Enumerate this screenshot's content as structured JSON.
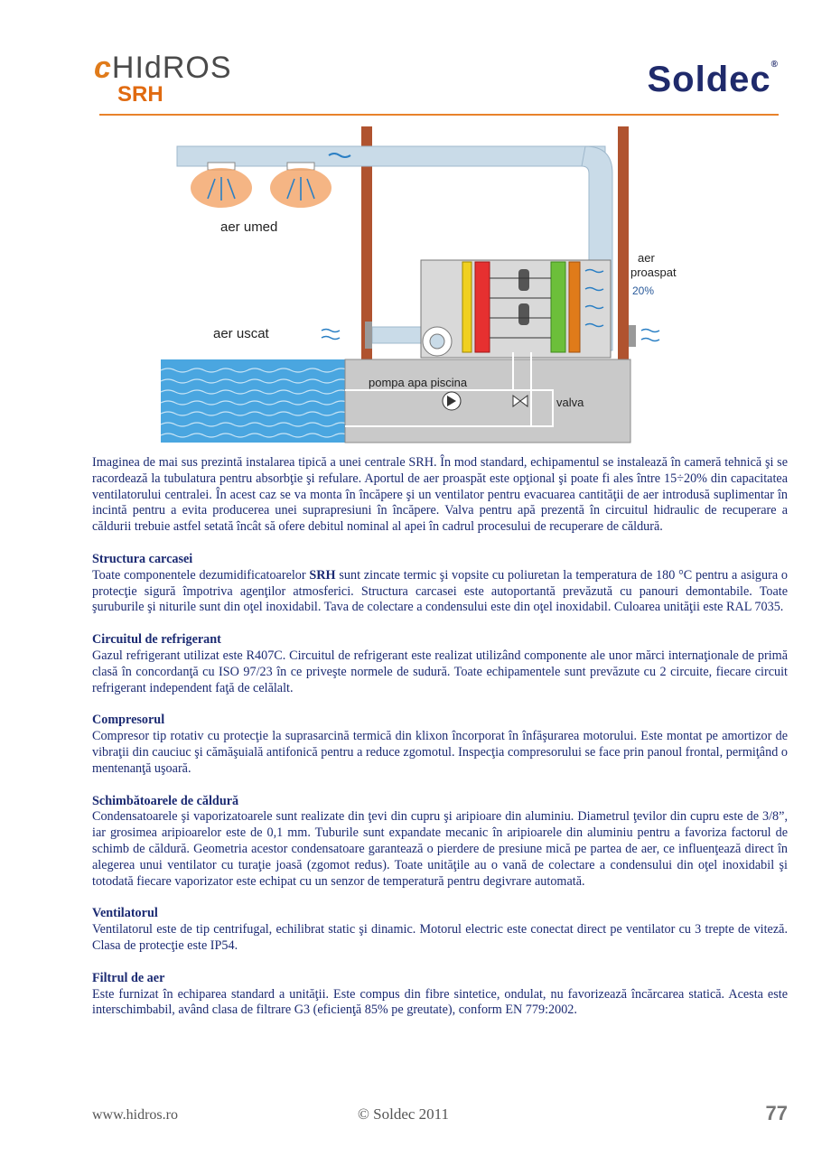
{
  "header": {
    "brand_left": "HIdROS",
    "brand_left_sub": "SRH",
    "brand_right": "Soldec",
    "brand_right_mark": "®"
  },
  "figure": {
    "label_humid_air": "aer umed",
    "label_dry_air": "aer uscat",
    "label_fresh_air_1": "aer",
    "label_fresh_air_2": "proaspat",
    "label_fresh_pct": "20%",
    "label_pump": "pompa apa piscina",
    "label_valve": "valva"
  },
  "intro": "Imaginea de mai sus prezintă instalarea tipică a unei centrale SRH. În mod standard, echipamentul se instalează în cameră tehnică şi se racordează la tubulatura pentru absorbţie şi refulare. Aportul de aer proaspăt este opţional şi poate fi ales între 15÷20% din capacitatea ventilatorului centralei. În acest caz se va monta în încăpere şi un ventilator pentru evacuarea cantităţii de aer introdusă suplimentar în incintă pentru a evita producerea unei suprapresiuni în încăpere. Valva pentru apă prezentă în circuitul hidraulic de recuperare a căldurii trebuie astfel setată încât să ofere debitul nominal al apei în cadrul procesului de recuperare de căldură.",
  "sections": [
    {
      "title": "Structura carcasei",
      "text_a": "Toate componentele dezumidificatoarelor ",
      "text_bold": "SRH",
      "text_b": " sunt zincate termic şi vopsite cu poliuretan la temperatura de 180 °C pentru a asigura o protecţie sigură împotriva agenţilor atmosferici. Structura carcasei este autoportantă prevăzută cu panouri demontabile. Toate şuruburile şi niturile sunt din oţel inoxidabil. Tava de colectare a condensului este din oţel inoxidabil. Culoarea unităţii este RAL 7035."
    },
    {
      "title": "Circuitul de refrigerant",
      "text": "Gazul refrigerant utilizat este R407C. Circuitul de refrigerant este realizat utilizând componente ale unor mărci internaţionale de primă clasă în concordanţă cu ISO 97/23 în ce priveşte normele de sudură. Toate echipamentele sunt prevăzute cu 2 circuite, fiecare circuit refrigerant independent faţă de celălalt."
    },
    {
      "title": "Compresorul",
      "text": "Compresor tip rotativ cu protecţie la suprasarcină termică din klixon încorporat în înfăşurarea motorului. Este montat pe amortizor de vibraţii din cauciuc şi cămăşuială antifonică pentru a reduce zgomotul. Inspecţia compresorului se face prin panoul frontal, permiţând o mentenanţă uşoară."
    },
    {
      "title": "Schimbătoarele de căldură",
      "text": "Condensatoarele şi vaporizatoarele sunt realizate din ţevi din cupru şi aripioare din aluminiu. Diametrul ţevilor din cupru este de 3/8”, iar grosimea aripioarelor este de 0,1 mm. Tuburile sunt expandate mecanic în aripioarele din aluminiu pentru a favoriza factorul de schimb de căldură. Geometria acestor condensatoare garantează o pierdere de presiune mică pe partea de aer, ce influenţează direct în alegerea unui ventilator cu turaţie joasă (zgomot redus). Toate unităţile au o vană de colectare a condensului din oţel inoxidabil şi totodată fiecare vaporizator este echipat cu un senzor de temperatură pentru degivrare automată."
    },
    {
      "title": "Ventilatorul",
      "text": "Ventilatorul este de tip centrifugal, echilibrat static şi dinamic. Motorul electric este conectat direct pe ventilator cu 3 trepte de viteză. Clasa de protecţie este IP54."
    },
    {
      "title": "Filtrul de aer",
      "text": "Este furnizat în echiparea standard a unităţii. Este compus din fibre sintetice, ondulat, nu favorizează încărcarea statică. Acesta este interschimbabil, având clasa de filtrare G3 (eficienţă 85% pe greutate), conform EN 779:2002."
    }
  ],
  "footer": {
    "website": "www.hidros.ro",
    "copyright": "© Soldec 2011",
    "page_number": "77"
  },
  "colors": {
    "accent_orange": "#e8822a",
    "text_navy": "#1b2a72",
    "brand_navy": "#1f2a6b",
    "pool_blue": "#4aa6e0",
    "duct_blue": "#c9dbe8",
    "wall_brown": "#b0532f"
  }
}
